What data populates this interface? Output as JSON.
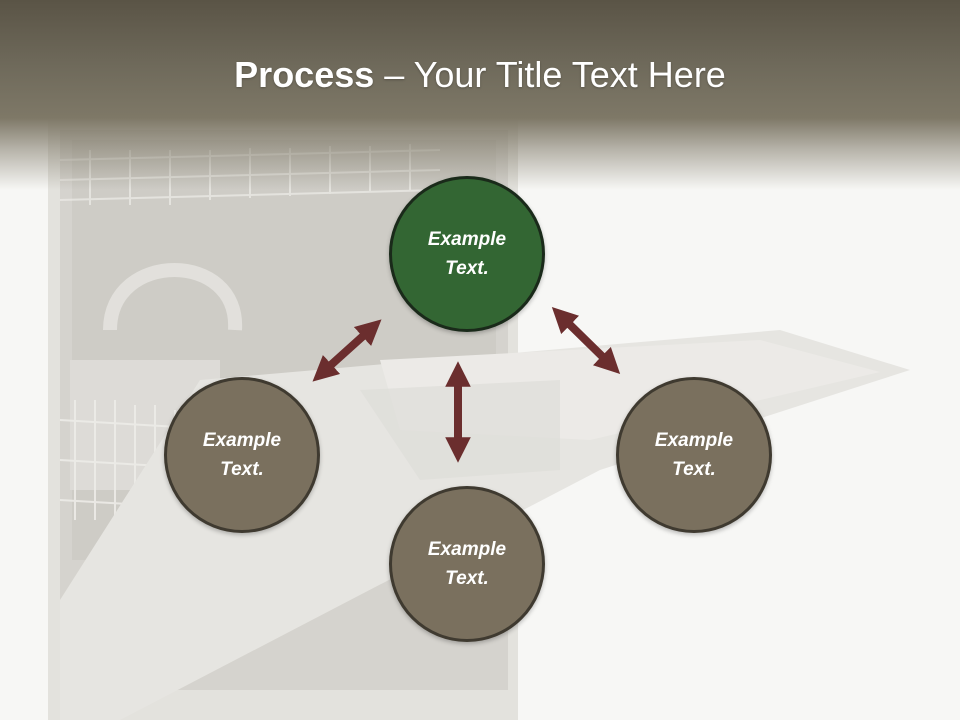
{
  "slide": {
    "title_bold": "Process",
    "title_rest": " – Your Title Text Here"
  },
  "nodes": [
    {
      "id": "top",
      "label": "Example Text.",
      "fill": "#336633",
      "border": "#1a2a1a"
    },
    {
      "id": "left",
      "label": "Example Text.",
      "fill": "#7a705e",
      "border": "#3f3a30"
    },
    {
      "id": "bottom",
      "label": "Example Text.",
      "fill": "#7a705e",
      "border": "#3f3a30"
    },
    {
      "id": "right",
      "label": "Example Text.",
      "fill": "#7a705e",
      "border": "#3f3a30"
    }
  ],
  "colors": {
    "header": "#6f6a5b",
    "arrow": "#6b2e2e",
    "background": "#f7f7f5"
  },
  "icons": {
    "connector": "double-headed-arrow"
  }
}
